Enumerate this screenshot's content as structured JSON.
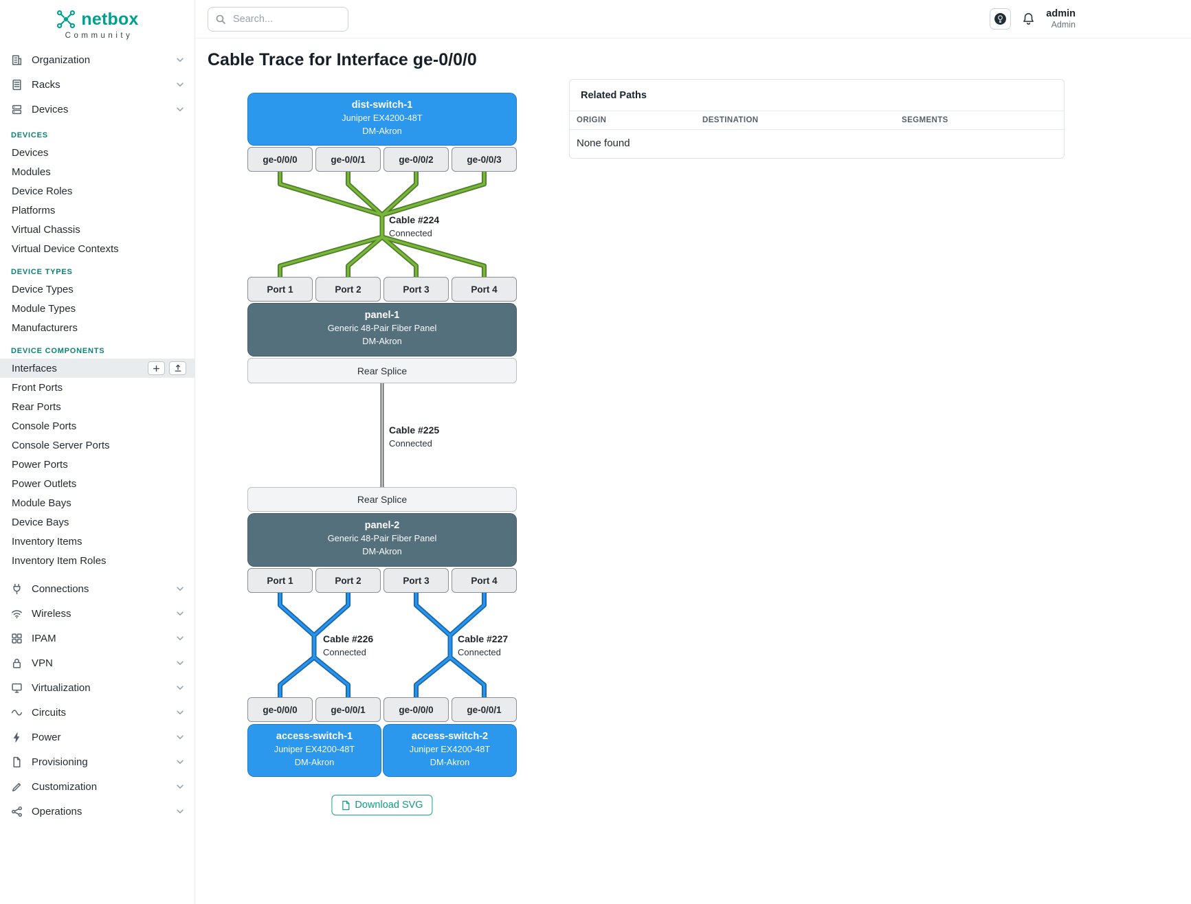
{
  "brand": {
    "logo_text": "netbox",
    "tagline": "Community"
  },
  "topbar": {
    "search_placeholder": "Search...",
    "user_name": "admin",
    "user_role": "Admin"
  },
  "page": {
    "title": "Cable Trace for Interface ge-0/0/0"
  },
  "sidebar": {
    "top_groups": [
      {
        "label": "Organization"
      },
      {
        "label": "Racks"
      },
      {
        "label": "Devices"
      }
    ],
    "sections": [
      {
        "title": "DEVICES",
        "items": [
          "Devices",
          "Modules",
          "Device Roles",
          "Platforms",
          "Virtual Chassis",
          "Virtual Device Contexts"
        ]
      },
      {
        "title": "DEVICE TYPES",
        "items": [
          "Device Types",
          "Module Types",
          "Manufacturers"
        ]
      },
      {
        "title": "DEVICE COMPONENTS",
        "active_item": "Interfaces",
        "items": [
          "Interfaces",
          "Front Ports",
          "Rear Ports",
          "Console Ports",
          "Console Server Ports",
          "Power Ports",
          "Power Outlets",
          "Module Bays",
          "Device Bays",
          "Inventory Items",
          "Inventory Item Roles"
        ]
      }
    ],
    "bottom_groups": [
      {
        "label": "Connections"
      },
      {
        "label": "Wireless"
      },
      {
        "label": "IPAM"
      },
      {
        "label": "VPN"
      },
      {
        "label": "Virtualization"
      },
      {
        "label": "Circuits"
      },
      {
        "label": "Power"
      },
      {
        "label": "Provisioning"
      },
      {
        "label": "Customization"
      },
      {
        "label": "Operations"
      }
    ]
  },
  "related_paths": {
    "title": "Related Paths",
    "columns": [
      "ORIGIN",
      "DESTINATION",
      "SEGMENTS"
    ],
    "empty_text": "None found"
  },
  "trace": {
    "dist": {
      "name": "dist-switch-1",
      "model": "Juniper EX4200-48T",
      "site": "DM-Akron"
    },
    "panel1": {
      "name": "panel-1",
      "model": "Generic 48-Pair Fiber Panel",
      "site": "DM-Akron"
    },
    "panel2": {
      "name": "panel-2",
      "model": "Generic 48-Pair Fiber Panel",
      "site": "DM-Akron"
    },
    "access1": {
      "name": "access-switch-1",
      "model": "Juniper EX4200-48T",
      "site": "DM-Akron"
    },
    "access2": {
      "name": "access-switch-2",
      "model": "Juniper EX4200-48T",
      "site": "DM-Akron"
    },
    "iface_top": [
      "ge-0/0/0",
      "ge-0/0/1",
      "ge-0/0/2",
      "ge-0/0/3"
    ],
    "ports_top": [
      "Port 1",
      "Port 2",
      "Port 3",
      "Port 4"
    ],
    "rear1": "Rear Splice",
    "rear2": "Rear Splice",
    "ports_bottom": [
      "Port 1",
      "Port 2",
      "Port 3",
      "Port 4"
    ],
    "iface_bottom": [
      "ge-0/0/0",
      "ge-0/0/1",
      "ge-0/0/0",
      "ge-0/0/1"
    ],
    "cable224": {
      "name": "Cable #224",
      "status": "Connected",
      "color": "#79b63a",
      "edge": "#4d7e27"
    },
    "cable225": {
      "name": "Cable #225",
      "status": "Connected",
      "color": "#d0d0d0",
      "edge": "#5c6166"
    },
    "cable226": {
      "name": "Cable #226",
      "status": "Connected",
      "color": "#2b94ea",
      "edge": "#1268b3"
    },
    "cable227": {
      "name": "Cable #227",
      "status": "Connected",
      "color": "#2b94ea",
      "edge": "#1268b3"
    },
    "download_label": "Download SVG"
  },
  "colors": {
    "brand_teal": "#00a08f",
    "section_teal": "#0a8273",
    "device_blue": "#2b97ed",
    "panel_slate": "#55707d",
    "active_item_bg": "#e9ecef"
  }
}
